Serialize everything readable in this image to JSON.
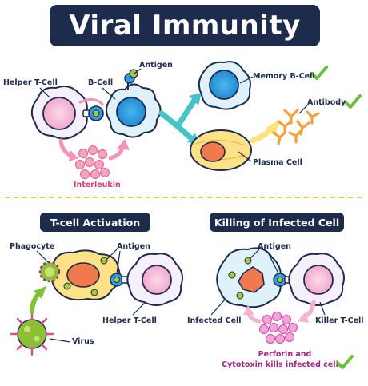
{
  "title": "Viral Immunity",
  "top": {
    "helper_t_cell": "Helper T-Cell",
    "b_cell": "B-Cell",
    "antigen": "Antigen",
    "interleukin": "Interleukin",
    "memory_b_cell": "Memory B-Cell",
    "plasma_cell": "Plasma Cell",
    "antibody": "Antibody"
  },
  "left_panel": {
    "heading": "T-cell Activation",
    "phagocyte": "Phagocyte",
    "antigen": "Antigen",
    "helper_t_cell": "Helper T-Cell",
    "virus": "Virus"
  },
  "right_panel": {
    "heading": "Killing of Infected Cell",
    "antigen": "Antigen",
    "infected_cell": "Infected Cell",
    "killer_t_cell": "Killer T-Cell",
    "caption_line1": "Perforin and",
    "caption_line2": "Cytotoxin kills infected cell"
  },
  "colors": {
    "navy": "#1d2b4c",
    "cell_blue": "#2f9ee0",
    "cell_pink": "#f3a8cf",
    "arrow_pink": "#f493b8",
    "arrow_teal": "#46c3c7",
    "arrow_yellow": "#ffe27a",
    "check_green": "#6cbf3e",
    "nucleus_orange": "#f07a4d",
    "plasma_yellow": "#ffe187",
    "antigen_green": "#a9c93a",
    "divider": "#f4c63c"
  }
}
